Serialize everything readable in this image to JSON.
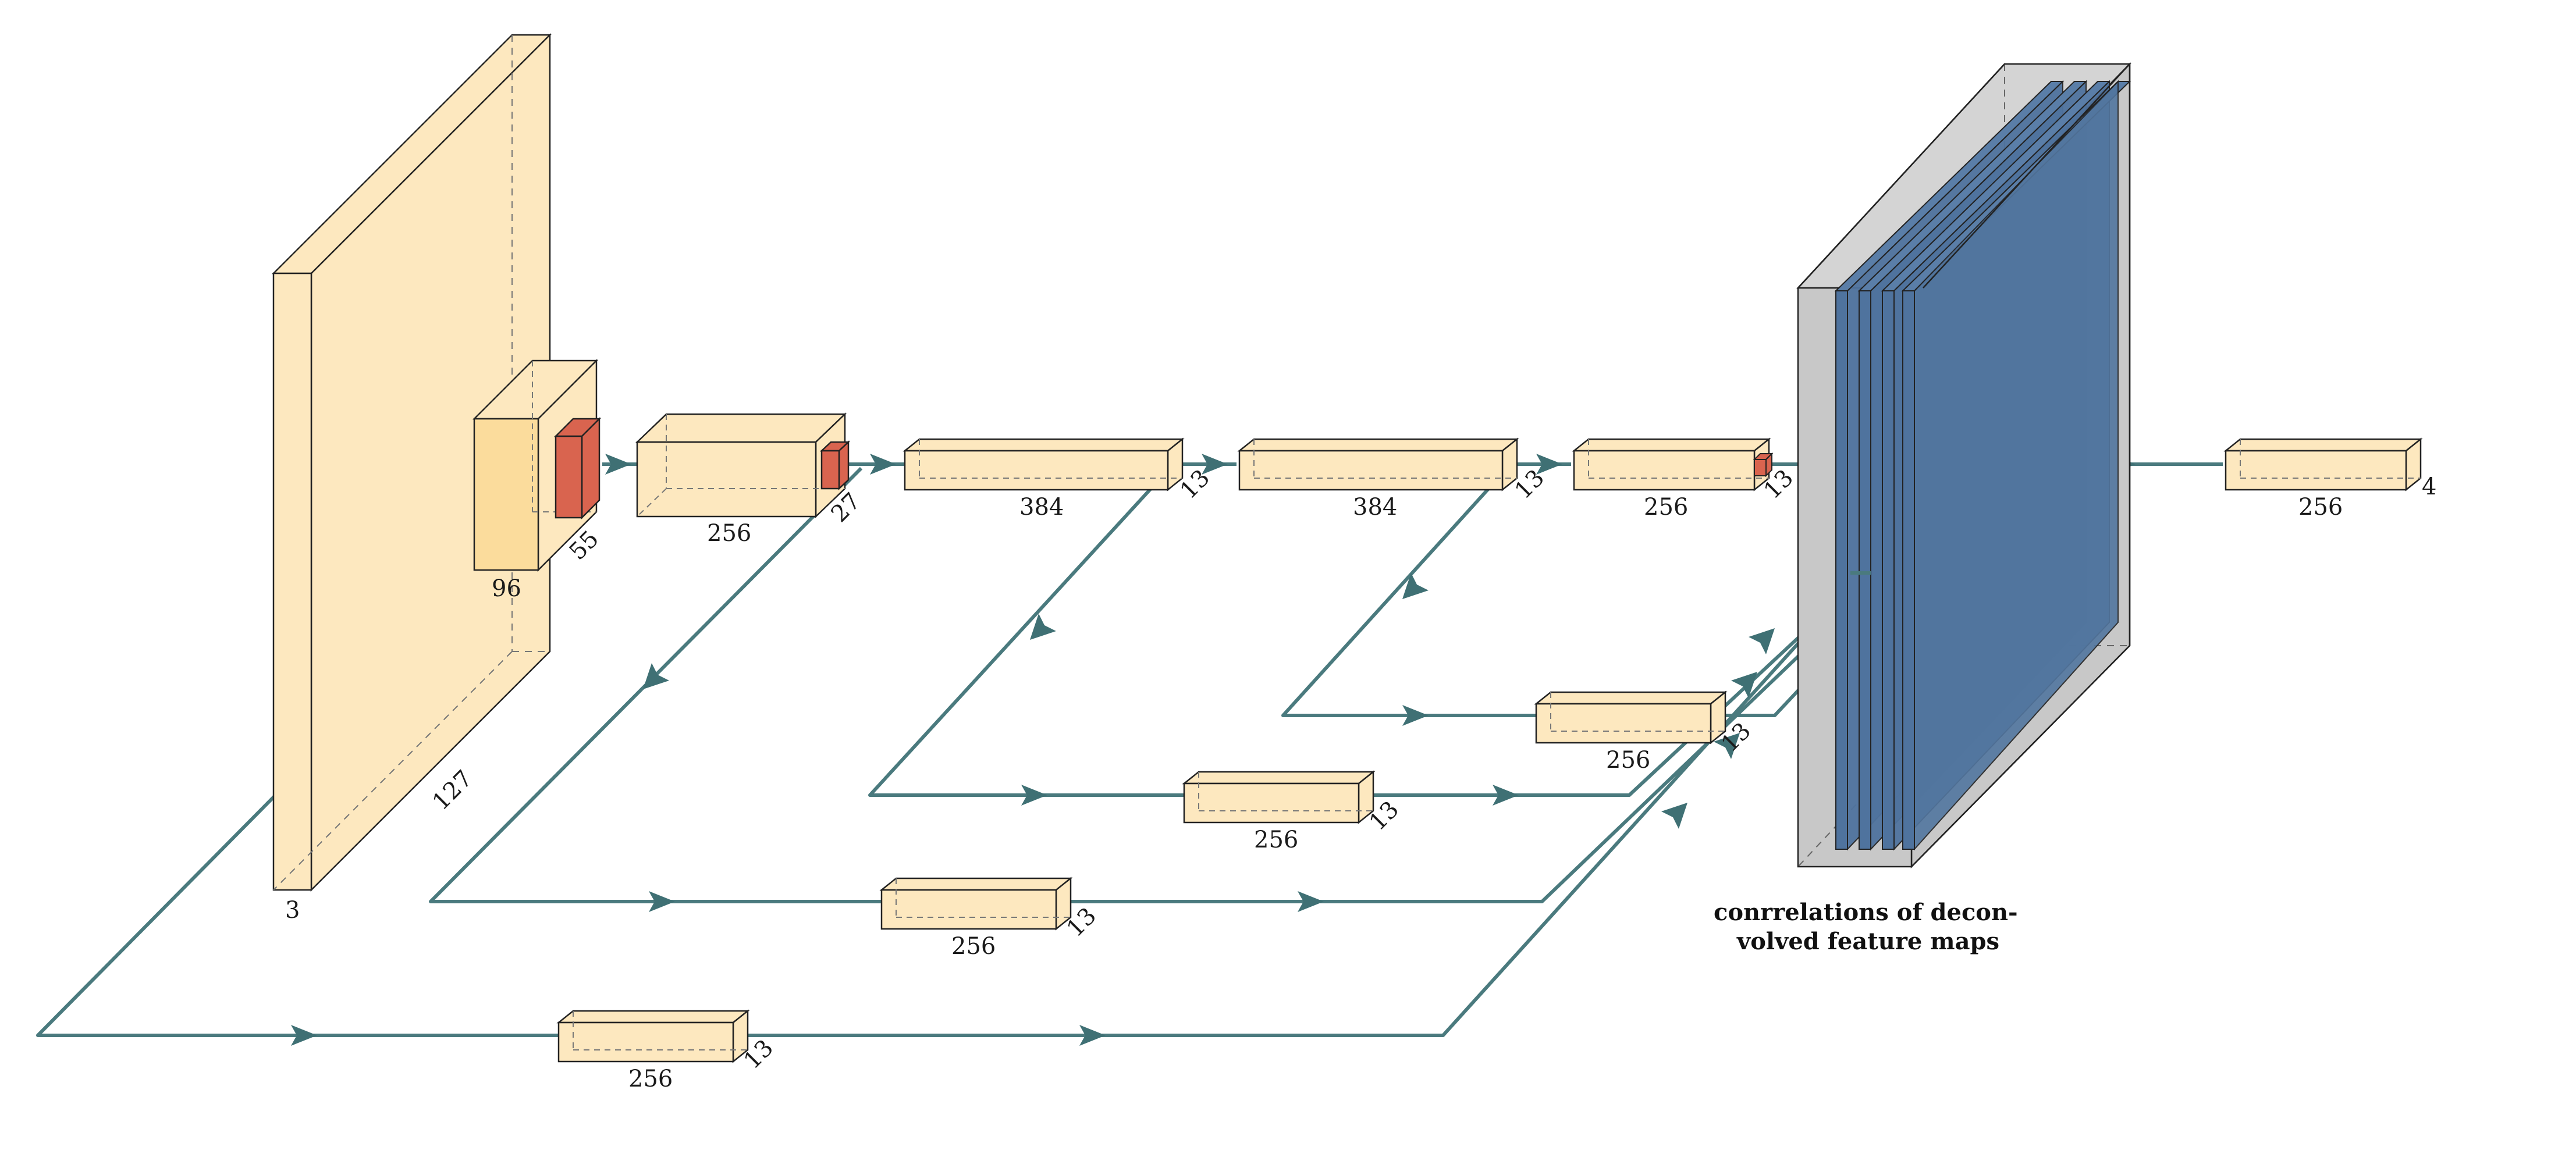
{
  "diagram": {
    "colors": {
      "conv": "#fde8bf",
      "conv_dark": "#fbdc9c",
      "pool": "#d9644f",
      "blue": "#4f739e",
      "gray": "#c8c8c8",
      "edge": "#4a7a7e"
    },
    "labels": {
      "input_bottom": "127",
      "input_depth": "3",
      "conv1_width": "96",
      "conv1_depth": "55",
      "conv2_width": "256",
      "conv2_depth": "27",
      "conv3_width": "384",
      "conv3_depth": "13",
      "conv4_width": "384",
      "conv4_depth": "13",
      "conv5_width": "256",
      "conv5_depth": "13",
      "out_width": "256",
      "out_depth": "4",
      "d1_width": "256",
      "d1_depth": "13",
      "d2_width": "256",
      "d2_depth": "13",
      "d3_width": "256",
      "d3_depth": "13",
      "d4_width": "256",
      "d4_depth": "13"
    },
    "caption": {
      "line1": "conrrelations of decon-",
      "line2": "volved feature maps"
    }
  }
}
